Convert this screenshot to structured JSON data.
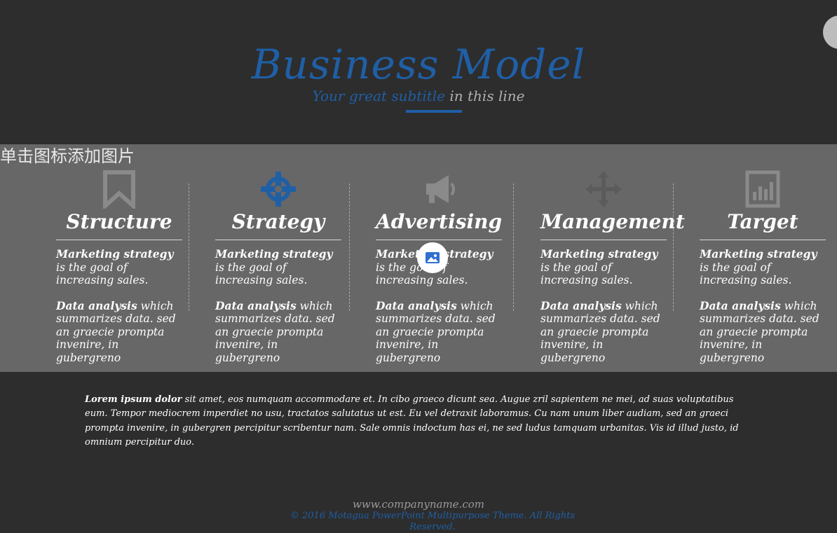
{
  "header": {
    "title": "Business Model",
    "subtitle_highlight": "Your great subtitle",
    "subtitle_rest": " in this line"
  },
  "placeholder_text": "单击图标添加图片",
  "columns": [
    {
      "icon": "bookmark-icon",
      "heading": "Structure",
      "p1_bold": "Marketing strategy",
      "p1_rest": " is the goal of increasing sales.",
      "p2_bold": "Data analysis",
      "p2_rest": " which summarizes data. sed an graecie prompta invenire, in gubergreno"
    },
    {
      "icon": "crosshair-icon",
      "heading": "Strategy",
      "p1_bold": "Marketing strategy",
      "p1_rest": " is the goal of increasing sales.",
      "p2_bold": "Data analysis",
      "p2_rest": " which summarizes data. sed an graecie prompta invenire, in gubergreno"
    },
    {
      "icon": "megaphone-icon",
      "heading": "Advertising",
      "p1_bold": "Marketing strategy",
      "p1_rest": " is the goal of increasing sales.",
      "p2_bold": "Data analysis",
      "p2_rest": " which summarizes data. sed an graecie prompta invenire, in gubergreno"
    },
    {
      "icon": "move-arrows-icon",
      "heading": "Management",
      "p1_bold": "Marketing strategy",
      "p1_rest": " is the goal of increasing sales.",
      "p2_bold": "Data analysis",
      "p2_rest": " which summarizes data. sed an graecie prompta invenire, in gubergreno"
    },
    {
      "icon": "bar-chart-icon",
      "heading": "Target",
      "p1_bold": "Marketing strategy",
      "p1_rest": " is the goal of increasing sales.",
      "p2_bold": "Data analysis",
      "p2_rest": " which summarizes data. sed an graecie prompta invenire, in gubergreno"
    }
  ],
  "footer": {
    "lorem_bold": "Lorem ipsum dolor",
    "lorem_rest": " sit amet, eos numquam accommodare et. In cibo graeco dicunt sea. Augue zril sapientem ne mei, ad suas voluptatibus eum. Tempor mediocrem imperdiet no usu, tractatos salutatus ut est. Eu vel detraxit laboramus. Cu nam unum liber audiam, sed an graeci prompta invenire, in gubergren percipitur scribentur nam. Sale omnis indoctum has ei, ne sed ludus tamquam urbanitas. Vis id illud justo, id omnium percipitur duo.",
    "website": "www.companyname.com",
    "copyright": "© 2016 Motagua PowerPoint Multipurpose Theme. All Rights Reserved."
  },
  "colors": {
    "accent": "#1f5fa6",
    "background": "#2d2d2d",
    "band": "#676767",
    "icon_muted": "#8a8a8a"
  }
}
